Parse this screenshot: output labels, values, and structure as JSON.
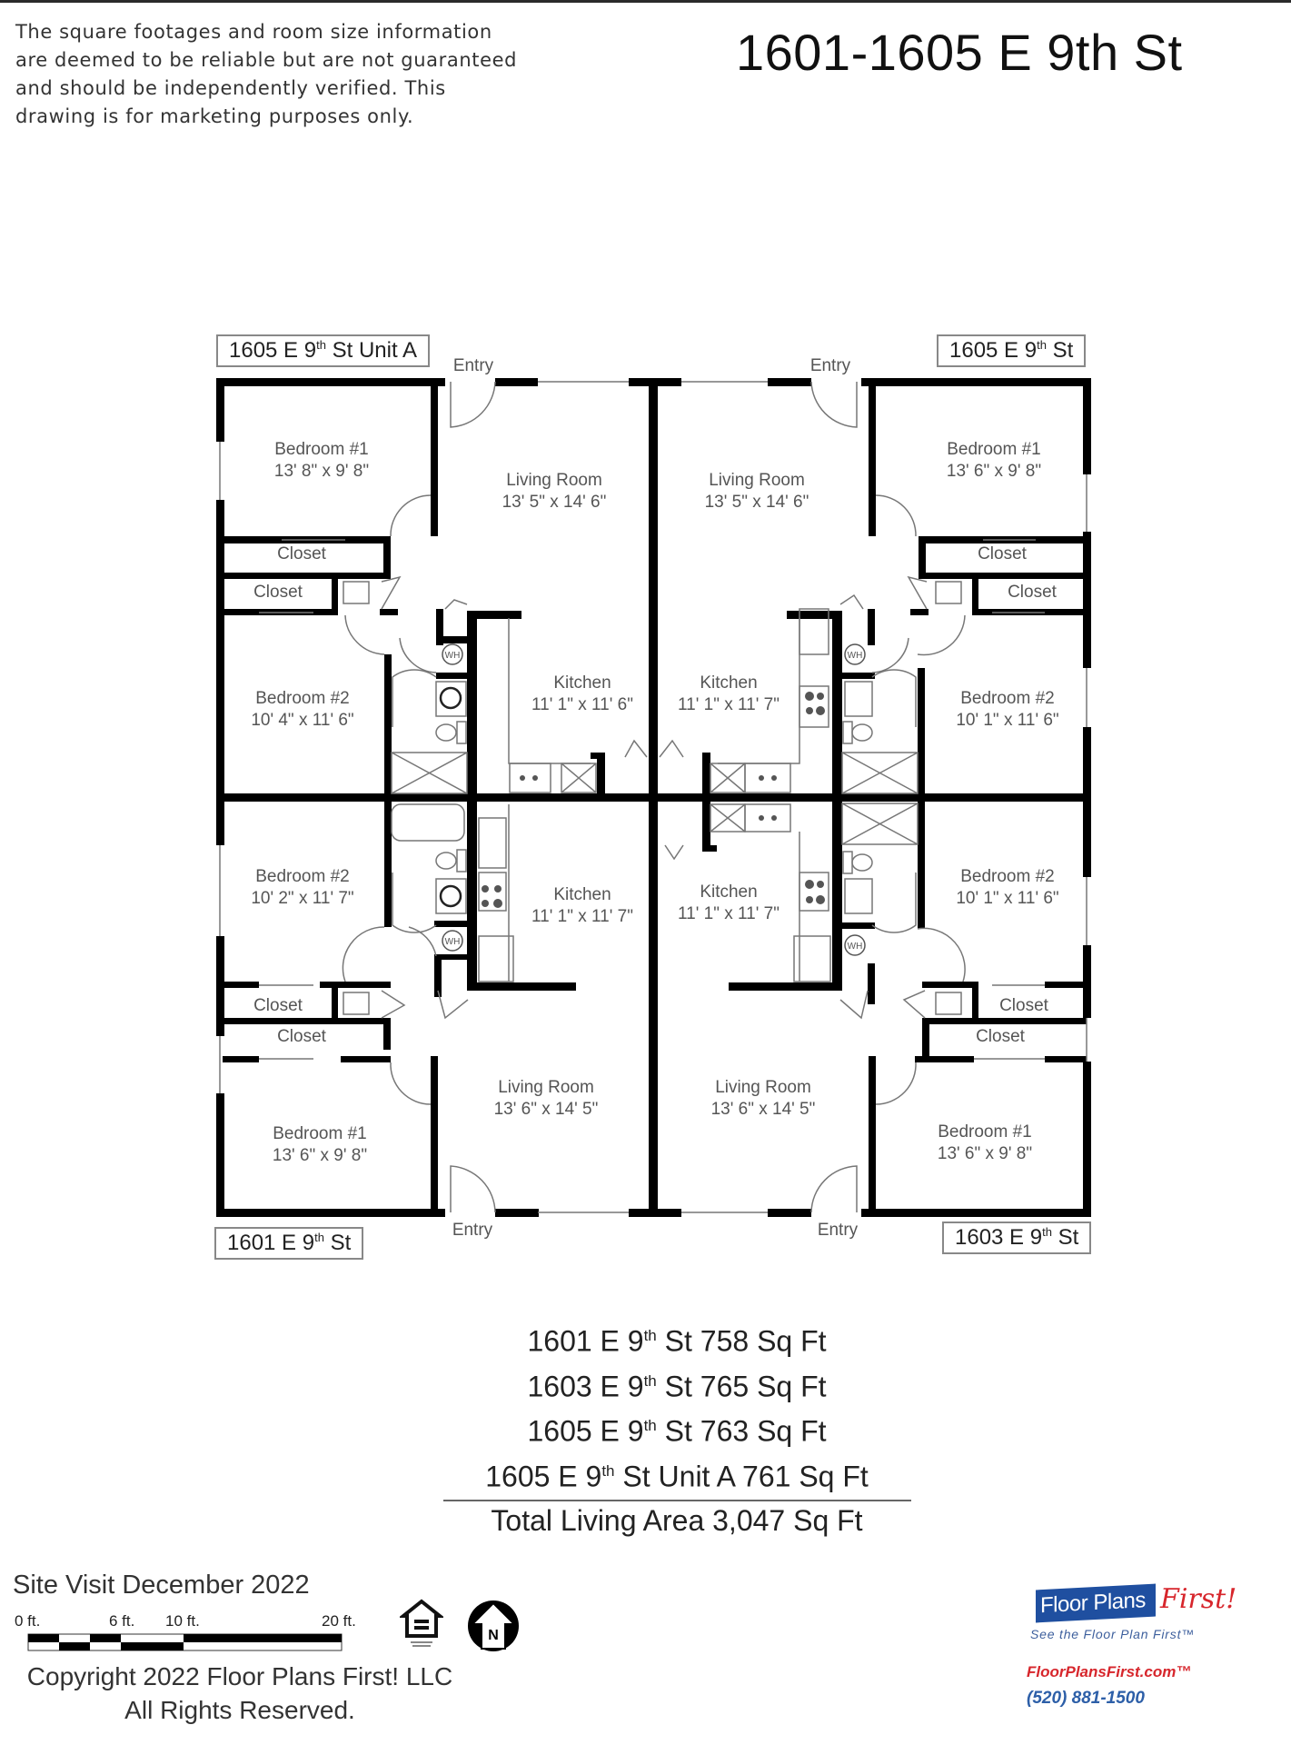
{
  "disclaimer": {
    "lines": [
      "The square footages and room size information",
      "are deemed to be reliable but are not guaranteed",
      "and should be independently verified. This",
      "drawing is for marketing purposes only."
    ]
  },
  "title": "1601-1605 E 9th St",
  "units": {
    "top_left": {
      "label_num": "1605 E 9",
      "label_sup": "th",
      "label_rest": " St Unit A"
    },
    "top_right": {
      "label_num": "1605 E 9",
      "label_sup": "th",
      "label_rest": " St"
    },
    "bottom_left": {
      "label_num": "1601 E 9",
      "label_sup": "th",
      "label_rest": " St"
    },
    "bottom_right": {
      "label_num": "1603 E 9",
      "label_sup": "th",
      "label_rest": " St"
    }
  },
  "rooms": {
    "tl_bed1": {
      "name": "Bedroom #1",
      "size": "13' 8\" x 9' 8\""
    },
    "tl_living": {
      "name": "Living Room",
      "size": "13' 5\" x 14' 6\""
    },
    "tl_closet1": {
      "name": "Closet"
    },
    "tl_closet2": {
      "name": "Closet"
    },
    "tl_bed2": {
      "name": "Bedroom #2",
      "size": "10' 4\" x 11' 6\""
    },
    "tl_kitchen": {
      "name": "Kitchen",
      "size": "11' 1\" x 11' 6\""
    },
    "tl_entry": "Entry",
    "tr_bed1": {
      "name": "Bedroom #1",
      "size": "13' 6\" x 9' 8\""
    },
    "tr_living": {
      "name": "Living Room",
      "size": "13' 5\" x 14' 6\""
    },
    "tr_closet1": {
      "name": "Closet"
    },
    "tr_closet2": {
      "name": "Closet"
    },
    "tr_bed2": {
      "name": "Bedroom #2",
      "size": "10' 1\" x 11' 6\""
    },
    "tr_kitchen": {
      "name": "Kitchen",
      "size": "11' 1\" x 11' 7\""
    },
    "tr_entry": "Entry",
    "bl_bed2": {
      "name": "Bedroom #2",
      "size": "10' 2\" x 11' 7\""
    },
    "bl_kitchen": {
      "name": "Kitchen",
      "size": "11' 1\" x 11' 7\""
    },
    "bl_closet1": {
      "name": "Closet"
    },
    "bl_closet2": {
      "name": "Closet"
    },
    "bl_living": {
      "name": "Living Room",
      "size": "13' 6\" x 14' 5\""
    },
    "bl_bed1": {
      "name": "Bedroom #1",
      "size": "13' 6\" x 9' 8\""
    },
    "bl_entry": "Entry",
    "br_bed2": {
      "name": "Bedroom #2",
      "size": "10' 1\" x 11' 6\""
    },
    "br_kitchen": {
      "name": "Kitchen",
      "size": "11' 1\" x 11' 7\""
    },
    "br_closet1": {
      "name": "Closet"
    },
    "br_closet2": {
      "name": "Closet"
    },
    "br_living": {
      "name": "Living Room",
      "size": "13' 6\" x 14' 5\""
    },
    "br_bed1": {
      "name": "Bedroom #1",
      "size": "13' 6\" x 9' 8\""
    },
    "br_entry": "Entry",
    "water_heater": "WH"
  },
  "sqft": {
    "rows": [
      {
        "num": "1601 E 9",
        "sup": "th",
        "rest": " St 758 Sq Ft"
      },
      {
        "num": "1603 E 9",
        "sup": "th",
        "rest": " St 765 Sq Ft"
      },
      {
        "num": "1605 E 9",
        "sup": "th",
        "rest": " St 763 Sq Ft"
      },
      {
        "num": "1605 E 9",
        "sup": "th",
        "rest": " St Unit A 761 Sq Ft"
      }
    ],
    "total": "Total Living Area 3,047 Sq Ft"
  },
  "footer": {
    "site_visit": "Site Visit December 2022",
    "scale_labels": [
      "0 ft.",
      "6 ft.",
      "10 ft.",
      "20 ft."
    ],
    "north_label": "N",
    "copyright_line1": "Copyright 2022 Floor Plans First! LLC",
    "copyright_line2": "All Rights Reserved."
  },
  "logo": {
    "brand": "Floor Plans",
    "brand_accent": "First!",
    "tagline": "See the Floor Plan First™",
    "url": "FloorPlansFirst.com™",
    "phone": "(520) 881-1500",
    "colors": {
      "blue": "#1f4fa0",
      "red": "#d7262c"
    }
  }
}
